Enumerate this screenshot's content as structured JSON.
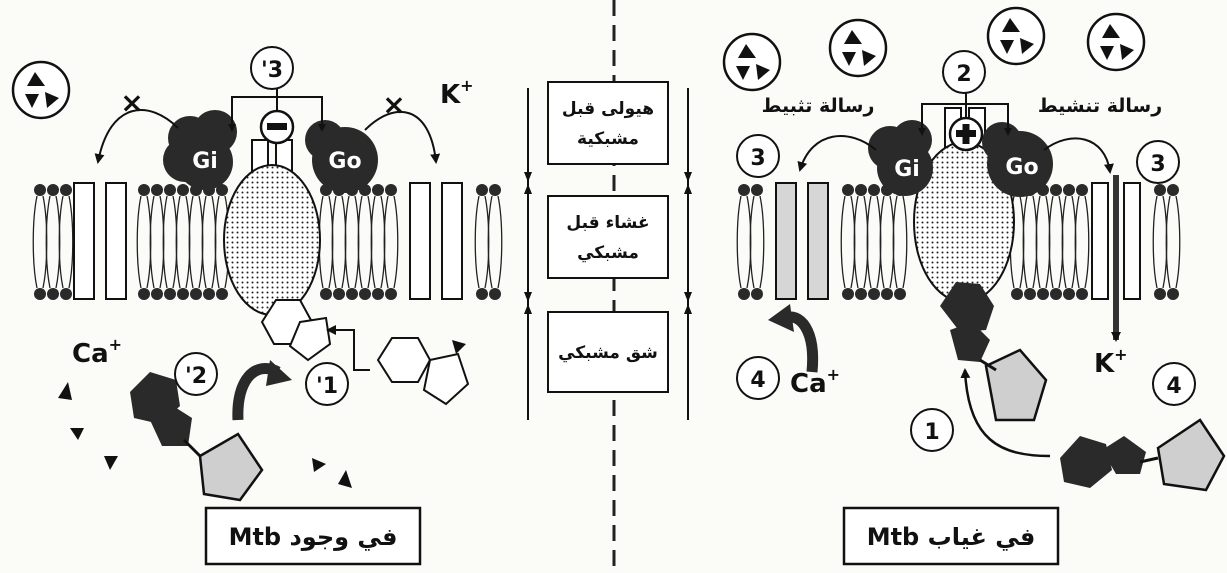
{
  "colors": {
    "ink": "#111111",
    "protein": "#2a2a2a",
    "pentagon": "#cfcfcf",
    "hexagon": "#3a3a3a",
    "background": "#fbfbf8"
  },
  "left": {
    "caption": "في وجود Mtb",
    "protein_gi": "Gi",
    "protein_go": "Go",
    "ion_k": "K",
    "ion_ca": "Ca",
    "ion_sup": "+",
    "step_1": "'1",
    "step_2": "'2",
    "step_3": "'3",
    "sign": "−",
    "block_mark": "×"
  },
  "right": {
    "caption": "في غياب Mtb",
    "protein_gi": "Gi",
    "protein_go": "Go",
    "ion_k": "K",
    "ion_ca": "Ca",
    "ion_sup": "+",
    "msg_inhibit": "رسالة تثبيط",
    "msg_activate": "رسالة تنشيط",
    "step_1": "1",
    "step_2": "2",
    "step_3_left": "3",
    "step_3_right": "3",
    "step_4_left": "4",
    "step_4_right": "4",
    "sign": "+"
  },
  "center": {
    "region_1_line1": "هيولى قبل",
    "region_1_line2": "مشبكية",
    "region_2_line1": "غشاء قبل",
    "region_2_line2": "مشبكي",
    "region_3": "شق مشبكي"
  },
  "icons": [
    "triangle-cluster-icon",
    "gi-protein-icon",
    "go-protein-icon",
    "receptor-icon",
    "ion-channel-icon",
    "block-x-icon",
    "neurotransmitter-icon"
  ]
}
